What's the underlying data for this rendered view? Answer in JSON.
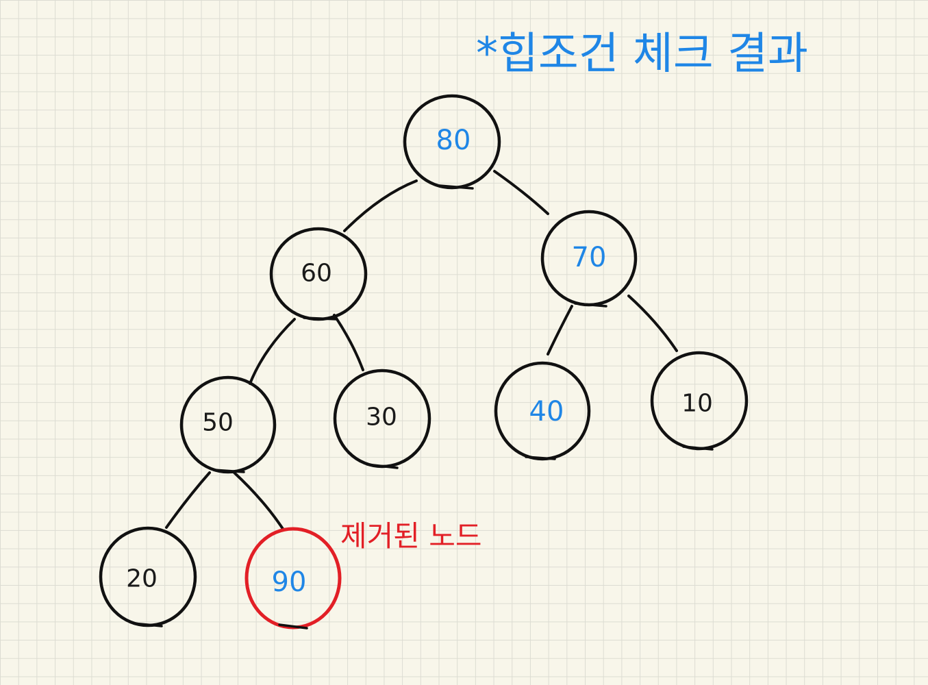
{
  "title": "*힙조건 체크 결과",
  "annotation": "제거된 노드",
  "colors": {
    "background": "#f8f6ea",
    "grid": "#dcdcd2",
    "ink": "#111111",
    "highlight_blue": "#1f86e6",
    "removed_red": "#e21f26"
  },
  "nodes": {
    "root": {
      "value": "80",
      "color": "blue"
    },
    "left": {
      "value": "60",
      "color": "black"
    },
    "right": {
      "value": "70",
      "color": "blue"
    },
    "left_left": {
      "value": "50",
      "color": "black"
    },
    "left_right": {
      "value": "30",
      "color": "black"
    },
    "right_left": {
      "value": "40",
      "color": "blue"
    },
    "right_right": {
      "value": "10",
      "color": "black"
    },
    "left_left_left": {
      "value": "20",
      "color": "black"
    },
    "left_left_right": {
      "value": "90",
      "color": "blue",
      "removed": true
    }
  }
}
